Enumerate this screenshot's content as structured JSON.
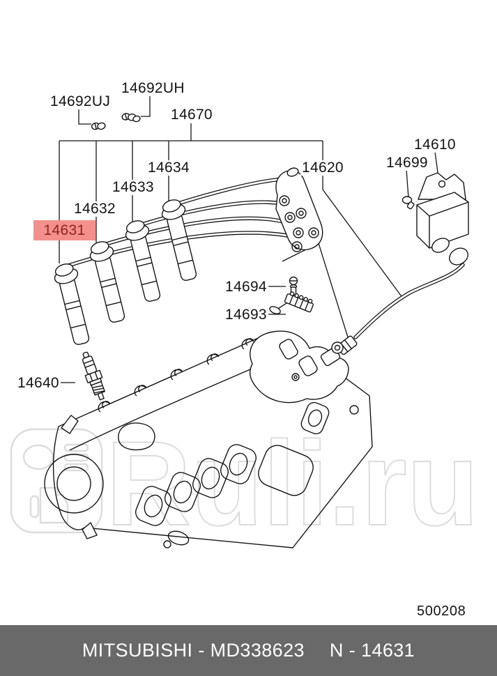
{
  "diagram": {
    "watermark": {
      "text": "Ruli.ru"
    },
    "drawing_number": "500208",
    "highlighted_part": "14631",
    "part_labels": [
      {
        "text": "14692UJ"
      },
      {
        "text": "14692UH"
      },
      {
        "text": "14670"
      },
      {
        "text": "14634"
      },
      {
        "text": "14633"
      },
      {
        "text": "14632"
      },
      {
        "text": "14631",
        "highlighted": true
      },
      {
        "text": "14620"
      },
      {
        "text": "14699"
      },
      {
        "text": "14610"
      },
      {
        "text": "14694"
      },
      {
        "text": "14693"
      },
      {
        "text": "14640"
      }
    ]
  },
  "footer": {
    "brand_and_oem": "MITSUBISHI - MD338623",
    "part_ref": "N - 14631",
    "background_color": "#696969",
    "text_color": "#FFFFFF"
  },
  "colors": {
    "highlight_background": "#F4908C",
    "highlight_text": "#8F2321",
    "line_color": "#141414",
    "watermark_color": "#DCDCDC"
  }
}
